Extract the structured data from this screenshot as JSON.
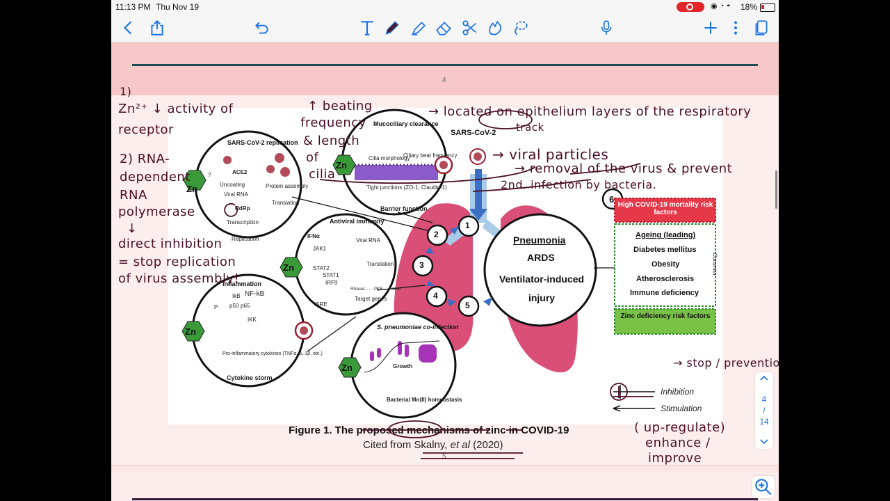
{
  "status": {
    "time": "11:13 PM",
    "date": "Thu Nov 19",
    "battery": "18%"
  },
  "toolbar": {
    "icons": [
      "back-icon",
      "share-icon",
      "undo-icon",
      "text-tool-icon",
      "pen-icon",
      "highlighter-icon",
      "eraser-icon",
      "scissors-icon",
      "shapes-icon",
      "lasso-icon",
      "microphone-icon",
      "add-icon",
      "more-icon",
      "pages-icon"
    ]
  },
  "doc": {
    "prev_page_number": "4",
    "next_page_number": "5",
    "figure_caption_bold": "Figure 1. The proposed mechanisms of zinc in COVID-19",
    "figure_caption_cite_prefix": "Cited from Skalny, ",
    "figure_caption_cite_italic": "et al",
    "figure_caption_cite_suffix": " (2020)"
  },
  "figure": {
    "sars_cov2_label": "SARS-CoV-2",
    "replication": {
      "title": "SARS-CoV-2 replication",
      "ace2": "ACE2",
      "uncoating": "Uncoating",
      "viral_rna": "Viral RNA",
      "rdrp": "RdRp",
      "protein_assembly": "Protein assembly",
      "translation": "Translation",
      "transcription": "Transcription",
      "replication": "Replication",
      "question": "?"
    },
    "mucociliary": {
      "title": "Mucociliary clearance",
      "cilia_morphology": "Cilia morphology",
      "ciliary_beat": "Ciliary beat frequency",
      "tight_junctions": "Tight junctions (ZO-1; Claudin-1)",
      "barrier": "Barrier function"
    },
    "antiviral": {
      "title": "Antiviral immunity",
      "ifna": "IFNα",
      "viral_rna": "Viral RNA",
      "translation": "Translation",
      "jak1": "JAK1",
      "stat2": "STAT2",
      "stat1": "STAT1",
      "irf9": "IRF9",
      "isre": "ISRE",
      "rnasel": "RNaseL - - - PKR - - - other",
      "target_genes": "Target genes"
    },
    "inflammation": {
      "title": "Inflammation",
      "nfkb": "NF-kB",
      "ikb": "IkB",
      "p50": "p50",
      "p65": "p65",
      "p": "P",
      "ikk": "IKK",
      "cytokines": "Pro-inflammatory cytokines (TNFα, IL-1β, etc.)",
      "storm": "Cytokine storm"
    },
    "pneumoniae": {
      "title": "S. pneumoniae co-infection",
      "growth": "Growth",
      "bacterial": "Bacterial Mn(II) homeostasis"
    },
    "zn_label": "Zn",
    "outcome": {
      "pneumonia": "Pneumonia",
      "ards": "ARDS",
      "ventilator": "Ventilator-induced injury"
    },
    "risk": {
      "badge": "6",
      "high": "High COVID-19 mortality risk factors",
      "ageing": "Ageing (leading)",
      "diabetes": "Diabetes mellitus",
      "obesity": "Obesity",
      "athero": "Atherosclerosis",
      "immune": "Immune deficiency",
      "common": "Common",
      "zinc": "Zinc deficiency risk factors"
    },
    "steps": [
      "1",
      "2",
      "3",
      "4",
      "5"
    ],
    "legend": {
      "inhibition": "Inhibition",
      "stimulation": "Stimulation"
    }
  },
  "notes": {
    "n1": "1)",
    "n2": "Zn²⁺ ↓ activity of",
    "n3": "receptor",
    "n4": "2) RNA-",
    "n5": "dependent",
    "n6": "RNA",
    "n7": "polymerase",
    "n8": "↓",
    "n9": "direct inhibition",
    "n10": "= stop replication",
    "n11": "of virus assembly!",
    "n12": "↑ beating",
    "n13": "frequency",
    "n14": "& length",
    "n15": "of",
    "n16": "cilia",
    "n17": "→ located on epithelium layers of the respiratory",
    "n18": "track",
    "n19": "→ viral particles",
    "n20": "→ removal of the virus & prevent",
    "n21": "2nd. infection by bacteria.",
    "n22": "→ stop / prevention",
    "n23": "( up-regulate)",
    "n24": "enhance /",
    "n25": "improve"
  },
  "pager": {
    "current": "4",
    "slash": "/",
    "total": "14"
  }
}
